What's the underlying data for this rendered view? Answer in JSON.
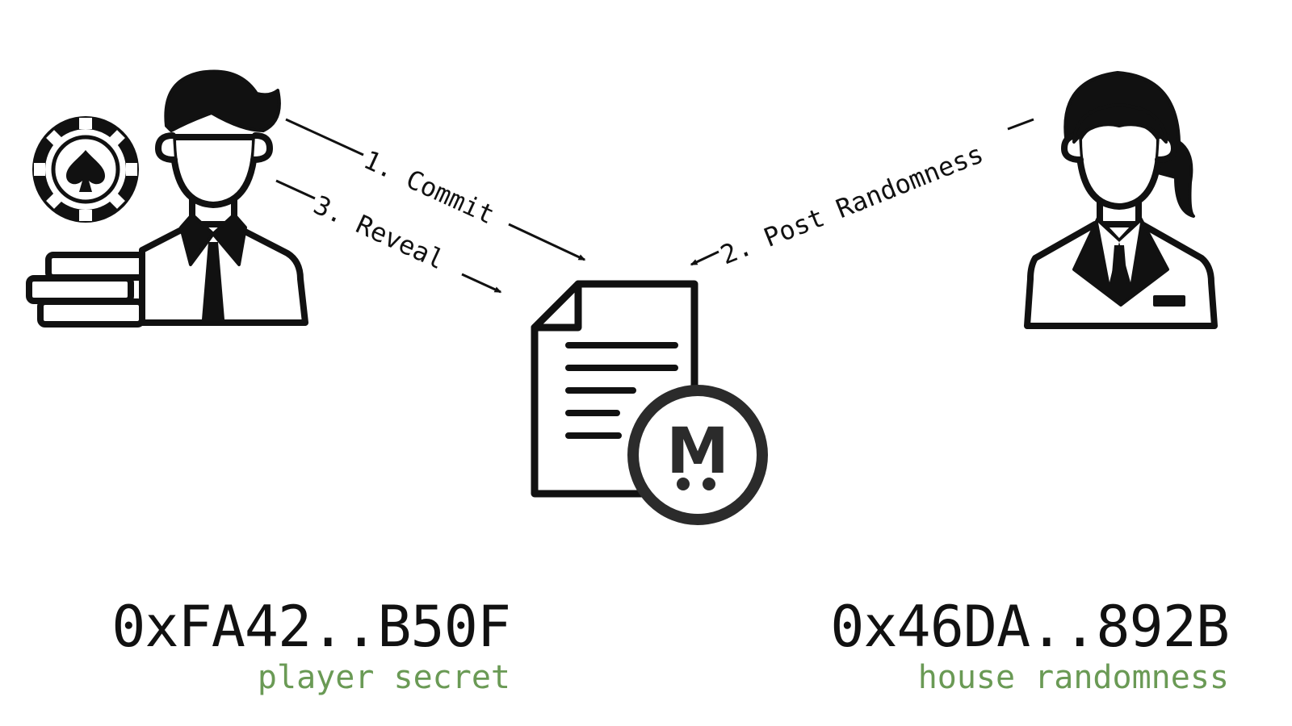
{
  "steps": {
    "commit": "1. Commit",
    "post_randomness": "2. Post Randomness",
    "reveal": "3. Reveal"
  },
  "player": {
    "address": "0xFA42..B50F",
    "caption": "player secret"
  },
  "house": {
    "address": "0x46DA..892B",
    "caption": "house randomness"
  },
  "contract": {
    "badge_letter": "M"
  },
  "colors": {
    "ink": "#111111",
    "caption_green": "#6a9a55",
    "badge_ring": "#2b2b2b",
    "background": "#ffffff"
  },
  "icons": {
    "player": "player-with-poker-chips-icon",
    "house": "croupier-dealer-icon",
    "contract": "smart-contract-document-icon"
  }
}
